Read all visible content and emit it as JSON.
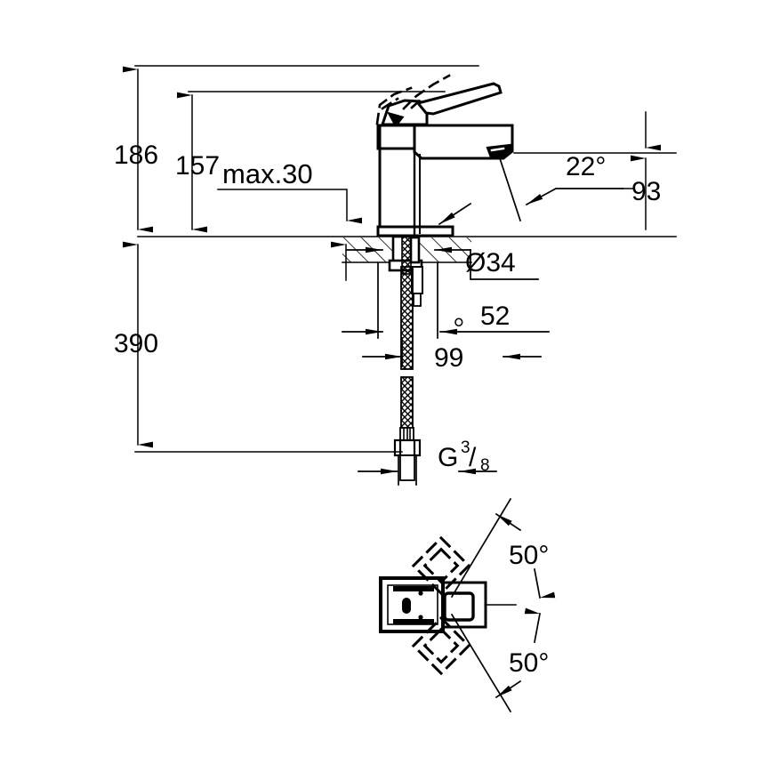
{
  "drawing": {
    "title": "Single-lever basin mixer technical dimension drawing",
    "line_color": "#000000",
    "background_color": "#ffffff",
    "units": "mm"
  },
  "dimensions": {
    "height_total": "186",
    "height_spout": "157",
    "max_thickness": "max.30",
    "projection": "93",
    "spout_angle": "22°",
    "hole_diameter": "Ø34",
    "base_square": "。52",
    "base_width": "99",
    "tail_length": "390",
    "thread_letter": "G",
    "thread_numerator": "3",
    "thread_slash": "/",
    "thread_denominator": "8",
    "swivel_left": "50°",
    "swivel_right": "50°"
  },
  "labels": {
    "d186": "186",
    "d157": "157",
    "dmax30": "max.30",
    "d93": "93",
    "a22": "22°",
    "d34": "Ø34",
    "d52": "。52",
    "d99": "99",
    "d390": "390",
    "a50top": "50°",
    "a50bottom": "50°"
  }
}
